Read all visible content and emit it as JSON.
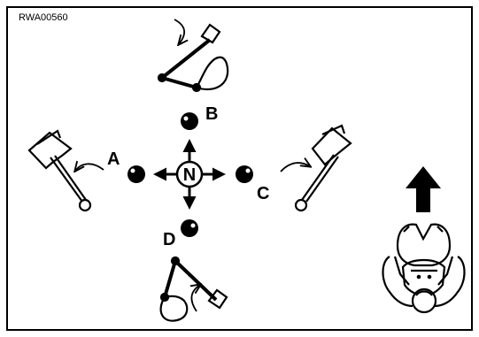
{
  "figure": {
    "code": "RWA00560",
    "center_label": "N",
    "positions": [
      "A",
      "B",
      "C",
      "D"
    ]
  }
}
